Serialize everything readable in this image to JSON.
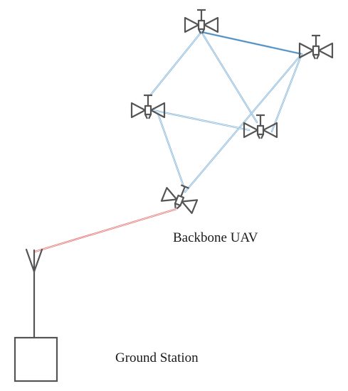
{
  "labels": {
    "backbone": "Backbone UAV",
    "ground": "Ground Station"
  },
  "colors": {
    "mesh_link": "#86b6da",
    "mesh_link_dark": "#4d8bbd",
    "backhaul_link": "#e57373",
    "device": "#555555"
  },
  "icons": {
    "uav": "uav-icon",
    "antenna": "antenna-icon",
    "station": "ground-station-box"
  }
}
